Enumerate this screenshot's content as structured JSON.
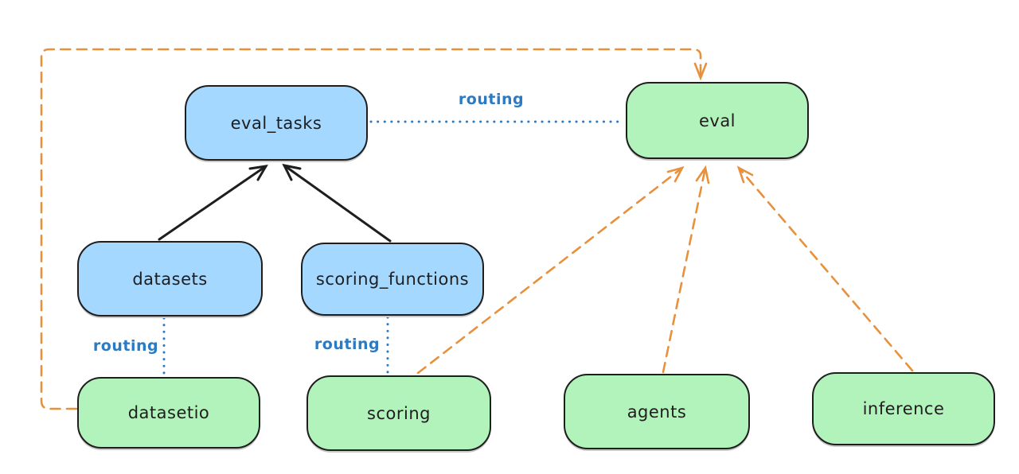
{
  "diagram": {
    "background": "#ffffff",
    "colors": {
      "background": "#ffffff",
      "node_stroke": "#1e1e1e",
      "blue_fill": "#a5d8ff",
      "green_fill": "#b2f2bb",
      "routing_blue": "#2b7bc4",
      "orange": "#e8913d"
    },
    "nodes": [
      {
        "id": "eval_tasks",
        "label": "eval_tasks",
        "variant": "blue"
      },
      {
        "id": "eval",
        "label": "eval",
        "variant": "green"
      },
      {
        "id": "datasets",
        "label": "datasets",
        "variant": "blue"
      },
      {
        "id": "scoring_functions",
        "label": "scoring_functions",
        "variant": "blue"
      },
      {
        "id": "datasetio",
        "label": "datasetio",
        "variant": "green"
      },
      {
        "id": "scoring",
        "label": "scoring",
        "variant": "green"
      },
      {
        "id": "agents",
        "label": "agents",
        "variant": "green"
      },
      {
        "id": "inference",
        "label": "inference",
        "variant": "green"
      }
    ],
    "edges": [
      {
        "from": "datasets",
        "to": "eval_tasks",
        "style": "solid-arrow",
        "color": "black",
        "label": ""
      },
      {
        "from": "scoring_functions",
        "to": "eval_tasks",
        "style": "solid-arrow",
        "color": "black",
        "label": ""
      },
      {
        "from": "eval_tasks",
        "to": "eval",
        "style": "dotted",
        "color": "blue",
        "label": "routing"
      },
      {
        "from": "datasets",
        "to": "datasetio",
        "style": "dotted",
        "color": "blue",
        "label": "routing"
      },
      {
        "from": "scoring_functions",
        "to": "scoring",
        "style": "dotted",
        "color": "blue",
        "label": "routing"
      },
      {
        "from": "datasetio",
        "to": "eval",
        "style": "dashed-arrow",
        "color": "orange",
        "label": ""
      },
      {
        "from": "scoring",
        "to": "eval",
        "style": "dashed-arrow",
        "color": "orange",
        "label": ""
      },
      {
        "from": "agents",
        "to": "eval",
        "style": "dashed-arrow",
        "color": "orange",
        "label": ""
      },
      {
        "from": "inference",
        "to": "eval",
        "style": "dashed-arrow",
        "color": "orange",
        "label": ""
      }
    ],
    "edge_labels": [
      {
        "id": "routing-eval-tasks-eval",
        "text": "routing"
      },
      {
        "id": "routing-datasets-datasetio",
        "text": "routing"
      },
      {
        "id": "routing-scoring-functions-scoring",
        "text": "routing"
      }
    ]
  }
}
